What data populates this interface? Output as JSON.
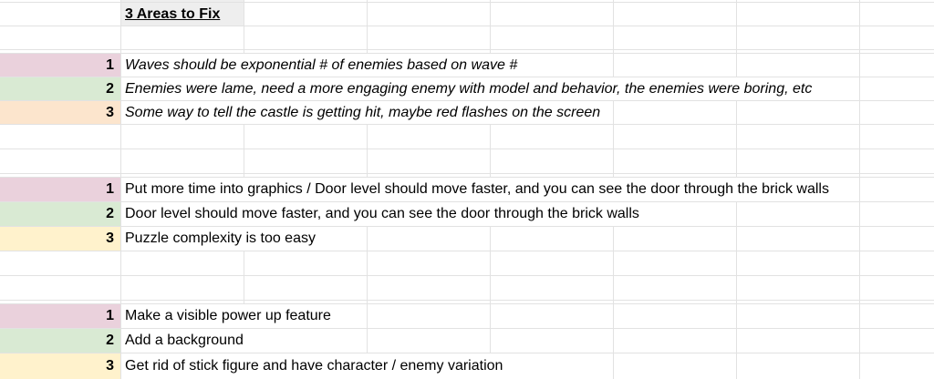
{
  "header": {
    "title": "3 Areas to Fix",
    "bg": "#eeeeee"
  },
  "grid": {
    "gridline_color": "#e2e2e2",
    "background": "#ffffff"
  },
  "sections": {
    "s1": {
      "r1": {
        "num": "1",
        "bg": "#ead1dc",
        "text": "Waves should be exponential # of enemies based on wave #"
      },
      "r2": {
        "num": "2",
        "bg": "#d9ead3",
        "text": "Enemies were lame, need a more engaging enemy with model and behavior, the enemies were boring, etc"
      },
      "r3": {
        "num": "3",
        "bg": "#fce5cd",
        "text": "Some way to tell the castle is getting hit, maybe red flashes on the screen"
      }
    },
    "s2": {
      "r1": {
        "num": "1",
        "bg": "#ead1dc",
        "text": "Put more time into graphics / Door level should move faster, and you can see the door through the brick walls"
      },
      "r2": {
        "num": "2",
        "bg": "#d9ead3",
        "text": "Door level should move faster, and you can see the door through the brick walls"
      },
      "r3": {
        "num": "3",
        "bg": "#fff2cc",
        "text": "Puzzle complexity is too easy"
      }
    },
    "s3": {
      "r1": {
        "num": "1",
        "bg": "#ead1dc",
        "text": "Make a visible power up feature"
      },
      "r2": {
        "num": "2",
        "bg": "#d9ead3",
        "text": "Add a background"
      },
      "r3": {
        "num": "3",
        "bg": "#fff2cc",
        "text": "Get rid of stick figure and have character / enemy variation"
      }
    }
  }
}
